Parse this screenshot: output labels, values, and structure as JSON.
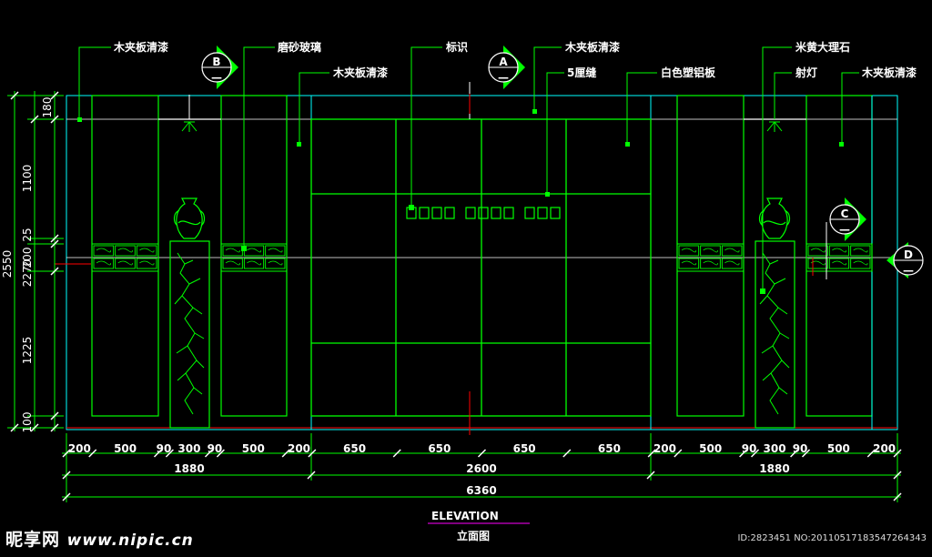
{
  "labels": {
    "wood_a": "木夹板清漆",
    "frosted_glass": "磨砂玻璃",
    "wood_b": "木夹板清漆",
    "sign": "标识",
    "wood_c": "木夹板清漆",
    "seam": "5厘缝",
    "aluminium": "白色塑铝板",
    "marble": "米黄大理石",
    "spotlight": "射灯",
    "wood_d": "木夹板清漆"
  },
  "section_marks": [
    "B",
    "A",
    "C",
    "D"
  ],
  "section_dash": "—",
  "vertical_dims": {
    "left_total": "2550",
    "left_sub": "2270",
    "parts": [
      "180",
      "1100",
      "25",
      "200",
      "1225",
      "100"
    ]
  },
  "horizontal_dims": {
    "row1": [
      "200",
      "500",
      "90",
      "300",
      "90",
      "500",
      "200",
      "650",
      "650",
      "650",
      "650",
      "200",
      "500",
      "90",
      "300",
      "90",
      "500",
      "200"
    ],
    "row2": [
      "1880",
      "2600",
      "1880"
    ],
    "row3": "6360"
  },
  "title_en": "ELEVATION",
  "title_cn": "立面图",
  "watermark": {
    "brand": "昵享网",
    "url": "www.nipic.cn",
    "id": "ID:2823451 NO:20110517183547264343"
  },
  "colors": {
    "green": "#00ff00",
    "cyan": "#00ffff",
    "white": "#ffffff",
    "red": "#ff0000",
    "magenta": "#ff00ff"
  }
}
